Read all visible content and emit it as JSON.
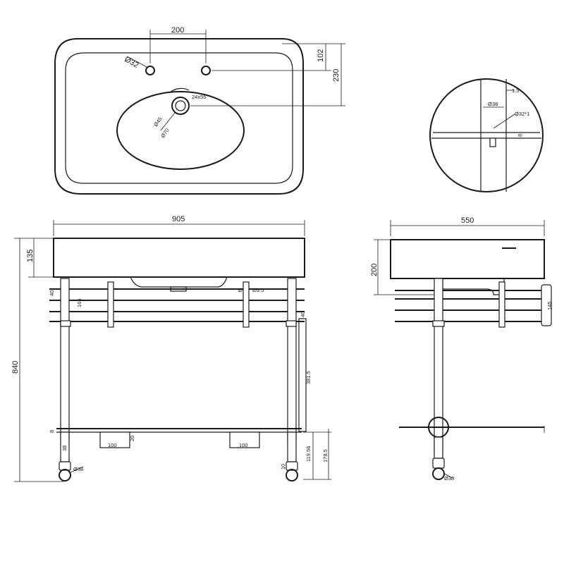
{
  "top_view": {
    "dim_tap_spacing": "200",
    "dim_tap_depth": "102",
    "dim_waste_depth": "230",
    "tap_hole_dia": "Ø32",
    "overflow_slot": "24x55",
    "waste_dia_inner": "Ø45",
    "waste_dia_outer": "Ø70"
  },
  "detail_view": {
    "dim_thickness": "1.5",
    "dim_rail_dia": "Ø38",
    "dim_fixing_dia": "Ø32*1",
    "dim_small": "8"
  },
  "front_view": {
    "dim_width": "905",
    "dim_basin_height": "135",
    "dim_total_height": "840",
    "dim_rail_gap": "40",
    "dim_rail_span": "165",
    "dim_fixing_dia": "Ø5.5",
    "dim_side_small": "40",
    "dim_leg_height": "381.5",
    "dim_shelf_thk": "8",
    "dim_bracket_width_1": "100",
    "dim_bracket_width_2": "100",
    "dim_bracket_gap": "20",
    "dim_leg_width": "38",
    "dim_caster_dia": "Ø38",
    "dim_caster_height": "119.56",
    "dim_shelf_height": "178.5",
    "dim_foot": "10"
  },
  "side_view": {
    "dim_depth": "550",
    "dim_basin_height": "200",
    "dim_bracket_height": "145",
    "dim_caster_dia": "Ø38"
  }
}
